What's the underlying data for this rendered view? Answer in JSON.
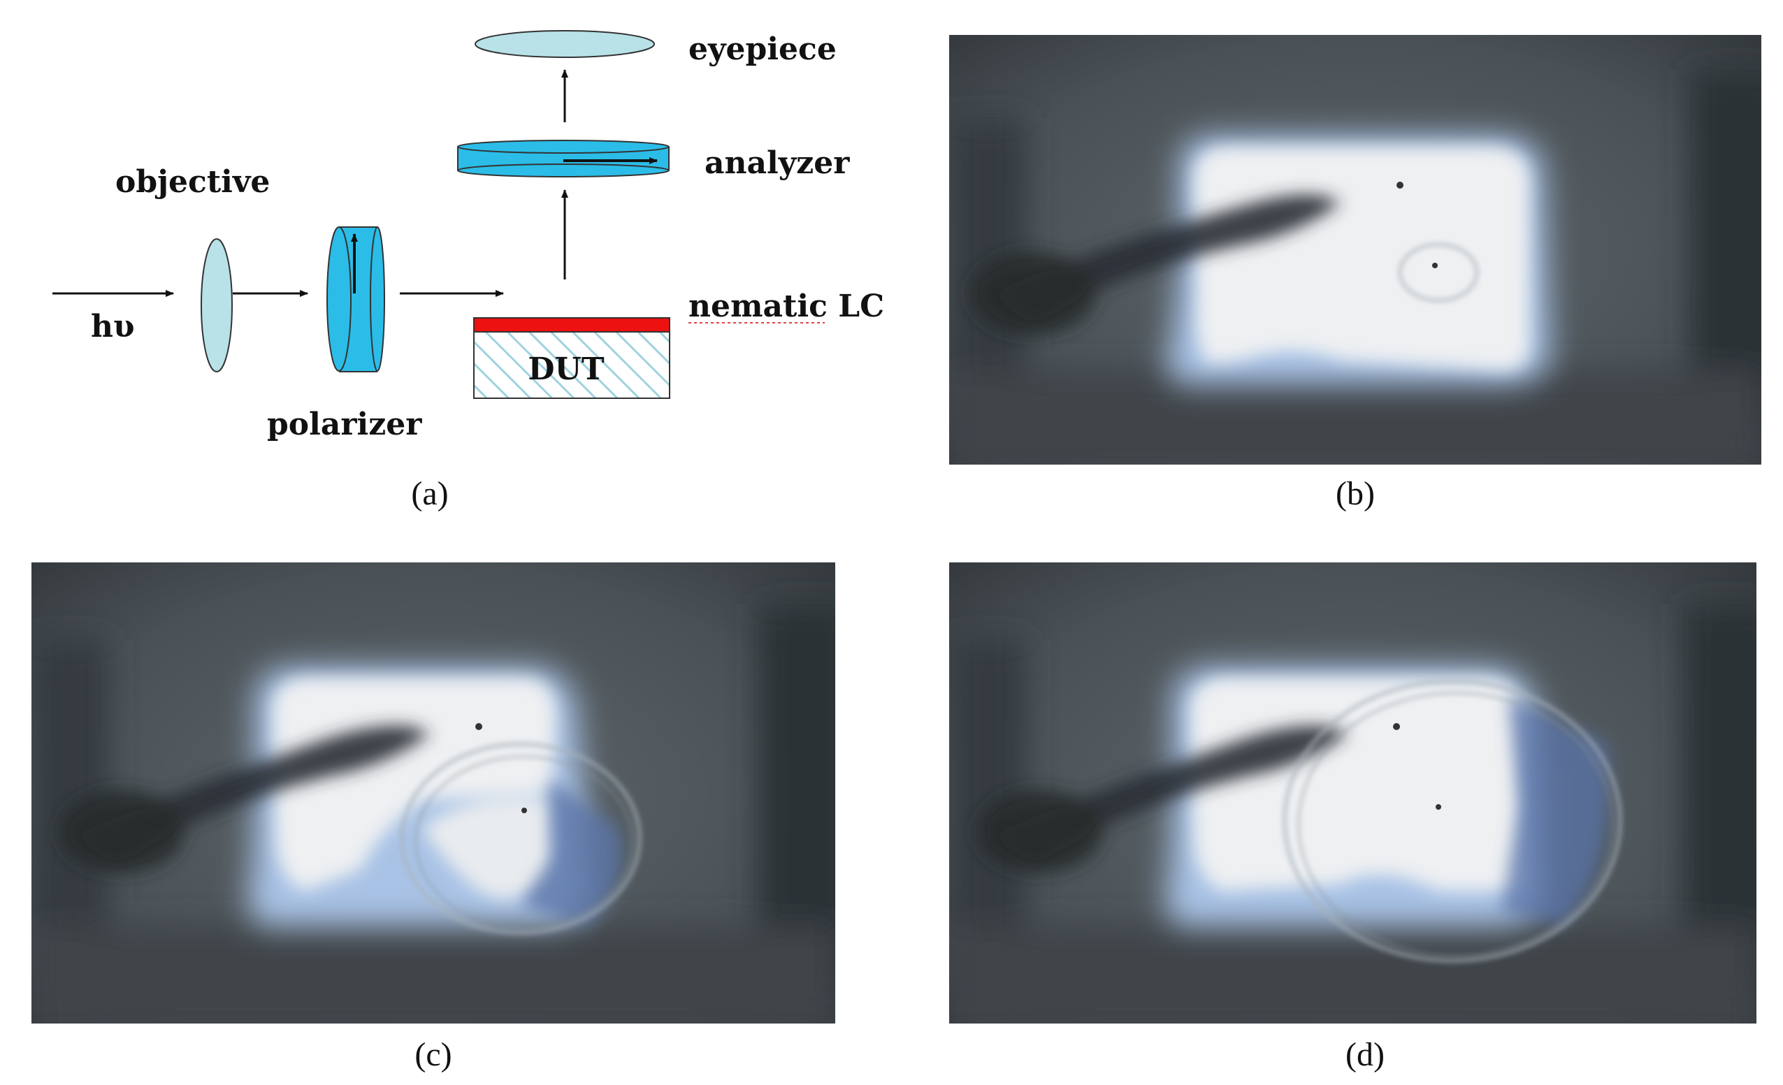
{
  "panel_a": {
    "labels": {
      "eyepiece": "eyepiece",
      "analyzer": "analyzer",
      "objective": "objective",
      "nematic_lc": "nematic LC",
      "h_nu": "hυ",
      "dut": "DUT",
      "polarizer": "polarizer"
    },
    "caption": "(a)"
  },
  "panel_b": {
    "caption": "(b)"
  },
  "panel_c": {
    "caption": "(c)"
  },
  "panel_d": {
    "caption": "(d)"
  },
  "colors": {
    "lens_fill": "#b8e2e8",
    "polarizer_fill": "#2bbde8",
    "lc_red": "#ee1111",
    "hatch": "#9fd3de",
    "bright_spot": "#eef0f2",
    "dark_bg": "#4a5156"
  }
}
